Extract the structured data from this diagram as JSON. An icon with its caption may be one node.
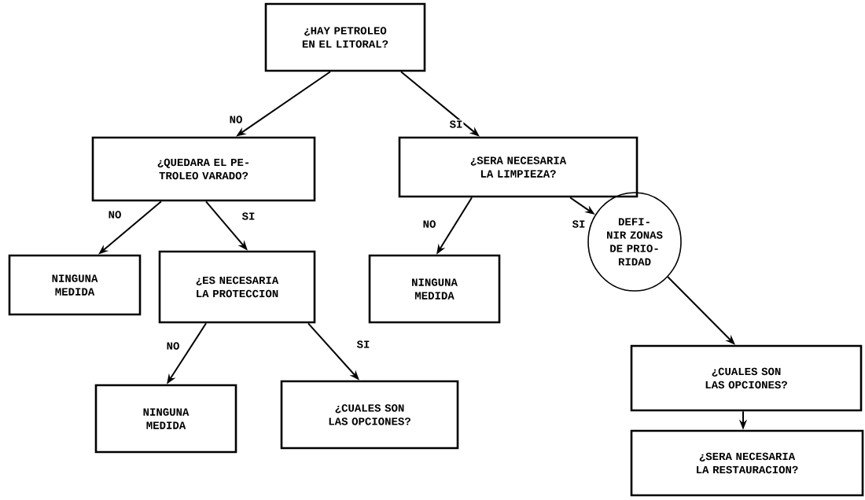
{
  "diagram": {
    "nodes": [
      {
        "text": [
          "¿HAY PETROLEO EN EL LITORAL?"
        ]
      },
      {
        "text": [
          "¿QUEDARA EL PE- TROLEO VARADO?"
        ]
      },
      {
        "text": [
          "¿SERA NECESARIA LA LIMPIEZA?"
        ]
      },
      {
        "text": [
          "NINGUNA MEDIDA"
        ]
      },
      {
        "text": [
          "¿ES NECESARIA LA PROTECCION"
        ]
      },
      {
        "text": [
          "NINGUNA MEDIDA"
        ]
      },
      {
        "text": [
          "DEFI- NIR ZONAS DE PRIO- RIDAD"
        ]
      },
      {
        "text": [
          "NINGUNA MEDIDA"
        ]
      },
      {
        "text": [
          "¿CUALES SON LAS OPCIONES?"
        ]
      },
      {
        "text": [
          "¿CUALES SON LAS OPCIONES?"
        ]
      },
      {
        "text": [
          "¿SERA NECESARIA LA RESTAURACION?"
        ]
      }
    ],
    "edges": [
      {
        "from": 0,
        "to": 1,
        "arrow": "to",
        "label": "NO"
      },
      {
        "from": 0,
        "to": 2,
        "arrow": "to",
        "label": "SI"
      },
      {
        "from": 1,
        "to": 3,
        "arrow": "to",
        "label": "NO"
      },
      {
        "from": 1,
        "to": 4,
        "arrow": "to",
        "label": "SI"
      },
      {
        "from": 2,
        "to": 5,
        "arrow": "to",
        "label": "NO"
      },
      {
        "from": 2,
        "to": 6,
        "arrow": "to",
        "label": "SI"
      },
      {
        "from": 4,
        "to": 7,
        "arrow": "to",
        "label": "NO"
      },
      {
        "from": 4,
        "to": 8,
        "arrow": "to",
        "label": "SI"
      },
      {
        "from": 6,
        "to": 9,
        "arrow": "to"
      },
      {
        "from": 9,
        "to": 10,
        "arrow": "to"
      }
    ]
  }
}
